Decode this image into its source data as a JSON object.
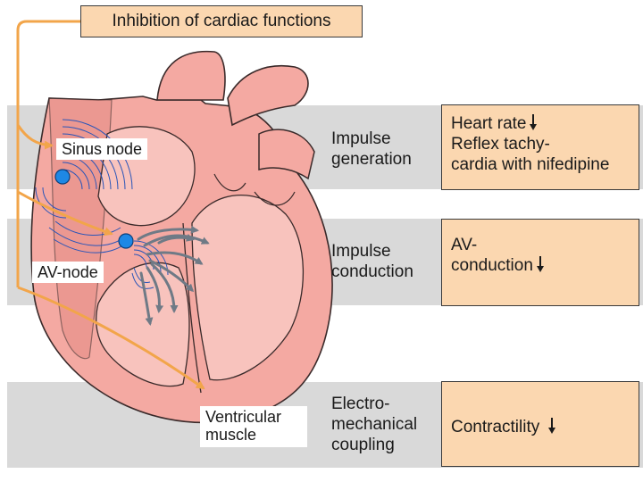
{
  "title": "Inhibition of cardiac functions",
  "labels": {
    "sinus_node": "Sinus node",
    "av_node": "AV-node",
    "ventricular_muscle": [
      "Ventricular",
      "muscle"
    ]
  },
  "rows": [
    {
      "function": [
        "Impulse",
        "generation"
      ],
      "effect": [
        "Heart rate",
        "Reflex tachy-",
        "cardia with nifedipine"
      ]
    },
    {
      "function": [
        "Impulse",
        "conduction"
      ],
      "effect": [
        "AV-",
        "conduction"
      ]
    },
    {
      "function": [
        "Electro-",
        "mechanical",
        "coupling"
      ],
      "effect": [
        "Contractility"
      ]
    }
  ],
  "colors": {
    "band": "#d9d9d9",
    "box": "#fbd7b0",
    "pathway": "#f2a54a",
    "heart": "#f4a9a2",
    "heart_dark": "#e58b84",
    "node": "#1e88e5",
    "waves": "#2a55b8",
    "signal_arrows": "#6f7a86"
  },
  "icons": {
    "decrease": "down-arrow-icon"
  }
}
